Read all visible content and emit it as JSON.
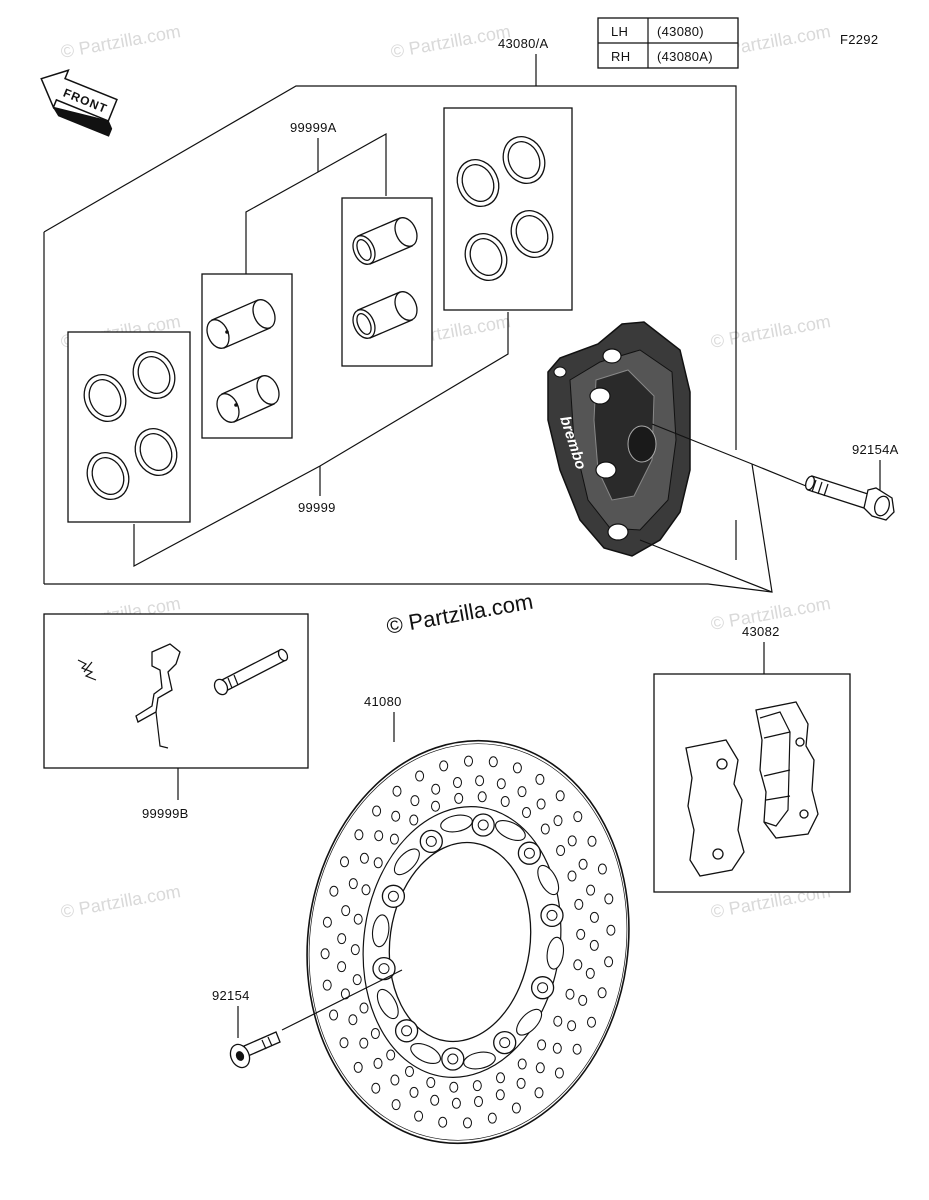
{
  "figure_id": "F2292",
  "front_label": "FRONT",
  "center_watermark": "© Partzilla.com",
  "watermark_text": "© Partzilla.com",
  "variant_table": {
    "rows": [
      {
        "side": "LH",
        "code": "(43080)"
      },
      {
        "side": "RH",
        "code": "(43080A)"
      }
    ]
  },
  "callouts": {
    "caliper_assembly": "43080/A",
    "piston_kit": "99999A",
    "seal_kit": "99999",
    "caliper_bolt": "92154A",
    "pad_set": "43082",
    "pin_kit": "99999B",
    "disc": "41080",
    "disc_bolt": "92154"
  },
  "caliper_brand": "brembo",
  "colors": {
    "line": "#111111",
    "caliper_fill": "#3a3a3a",
    "disc_fill": "#ffffff",
    "watermark": "#d9d9d9"
  }
}
